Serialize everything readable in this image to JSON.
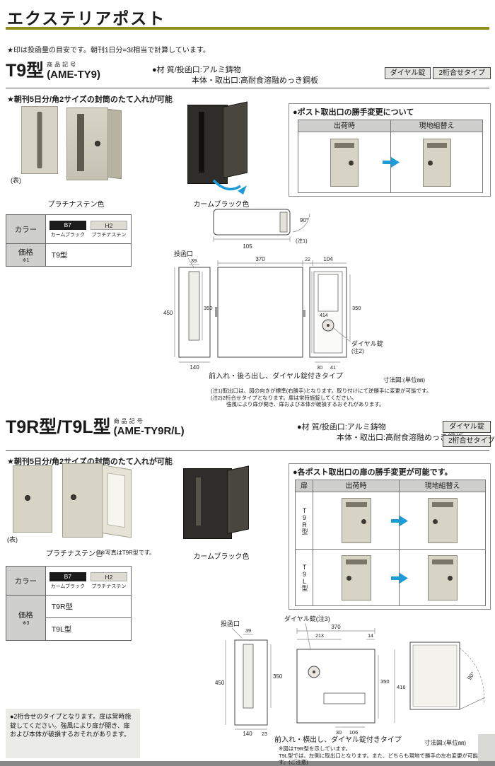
{
  "colors": {
    "accent": "#8e8f1c",
    "blue": "#1e9cd8",
    "beige": "#d8d4c5",
    "beige_dark": "#b7b3a3",
    "dark": "#2e2d2a",
    "hdr": "#cfcfcd",
    "chip_black": "#1b1b1b",
    "chip_silver": "#dedcd2"
  },
  "page": {
    "title": "エクステリアポスト",
    "note": "★印は投函量の目安です。朝刊1日分=3ℓ相当で計算しています。"
  },
  "section1": {
    "product_label": "商品記号",
    "model": "T9型",
    "code": "(AME-TY9)",
    "material1": "●材 質/投函口:アルミ鋳物",
    "material2": "本体・取出口:高耐食溶融めっき鋼板",
    "badges": [
      "ダイヤル錠",
      "2桁合せタイプ"
    ],
    "feature": "★朝刊5日分/角2サイズの封筒のたて入れが可能",
    "front_label": "(表)",
    "photo1_caption": "プラチナステン色",
    "photo2_caption": "カームブラック色",
    "panel": {
      "title": "●ポスト取出口の勝手変更について",
      "col1": "出荷時",
      "col2": "現地組替え"
    },
    "table": {
      "color_header": "カラー",
      "chip1_code": "B7",
      "chip1_name": "カームブラック",
      "chip2_code": "H2",
      "chip2_name": "プラチナステン",
      "price_label": "価格",
      "price_note": "※1",
      "rows": [
        "T9型"
      ]
    },
    "drawing": {
      "top_width": "105",
      "top_angle": "90°",
      "top_note": "(注1)",
      "slot_label": "投函口",
      "front_w": "39",
      "front_h": "450",
      "front_slot_h": "350",
      "front_b": "140",
      "side_w": "370",
      "side_d": "22",
      "back_w": "104",
      "back_h": "414",
      "back_slot_h": "350",
      "back_b1": "30",
      "back_b2": "41",
      "dial_label": "ダイヤル錠",
      "dial_note": "(注2)",
      "caption": "前入れ・後ろ出し、ダイヤル錠付きタイプ",
      "unit": "寸法図:(単位㎜)"
    },
    "notes": [
      "(注1)取出口は、図の向きが標準(右勝手)となります。取り付けにて逆勝手に変更が可能です。",
      "(注2)2桁合せタイプとなります。扉は常時施錠してください。",
      "強風により扉が開き、扉および本体が破損するおそれがあります。"
    ]
  },
  "section2": {
    "product_label": "商品記号",
    "model": "T9R型/T9L型",
    "code": "(AME-TY9R/L)",
    "material1": "●材 質/投函口:アルミ鋳物",
    "material2": "本体・取出口:高耐食溶融めっき鋼板",
    "badges": [
      "ダイヤル錠",
      "2桁合せタイプ"
    ],
    "feature": "★朝刊5日分/角2サイズの封筒のたて入れが可能",
    "front_label": "(表)",
    "photo1_caption": "プラチナステン色",
    "photo1_note": "※写真はT9R型です。",
    "photo2_caption": "カームブラック色",
    "panel": {
      "title": "●各ポスト取出口の扉の勝手変更が可能です。",
      "col0": "扉",
      "col1": "出荷時",
      "col2": "現地組替え",
      "row1": "T9R型",
      "row2": "T9L型"
    },
    "table": {
      "color_header": "カラー",
      "chip1_code": "B7",
      "chip1_name": "カームブラック",
      "chip2_code": "H2",
      "chip2_name": "プラチナステン",
      "price_label": "価格",
      "price_note": "※3",
      "rows": [
        "T9R型",
        "T9L型"
      ]
    },
    "note_box": "●2桁合せのタイプとなります。扉は常時施錠してください。強風により扉が開き、扉および本体が破損するおそれがあります。",
    "drawing": {
      "slot_label": "投函口",
      "dial_label": "ダイヤル錠(注3)",
      "front_w": "39",
      "front_h": "450",
      "front_slot_h": "350",
      "front_b1": "140",
      "front_b2": "23",
      "face_w": "370",
      "face_w1": "213",
      "face_w2": "14",
      "face_h1": "350",
      "face_h2": "416",
      "face_b1": "30",
      "face_b2": "106",
      "swing_angle": "90°",
      "caption": "前入れ・横出し、ダイヤル錠付きタイプ",
      "unit": "寸法図:(単位㎜)"
    },
    "bottom_notes": [
      "※図はT9R型を示しています。",
      "T9L型では、左側に取出口となります。また、どちらも現地で勝手の左右変更が可能です。(ご注意)"
    ]
  }
}
